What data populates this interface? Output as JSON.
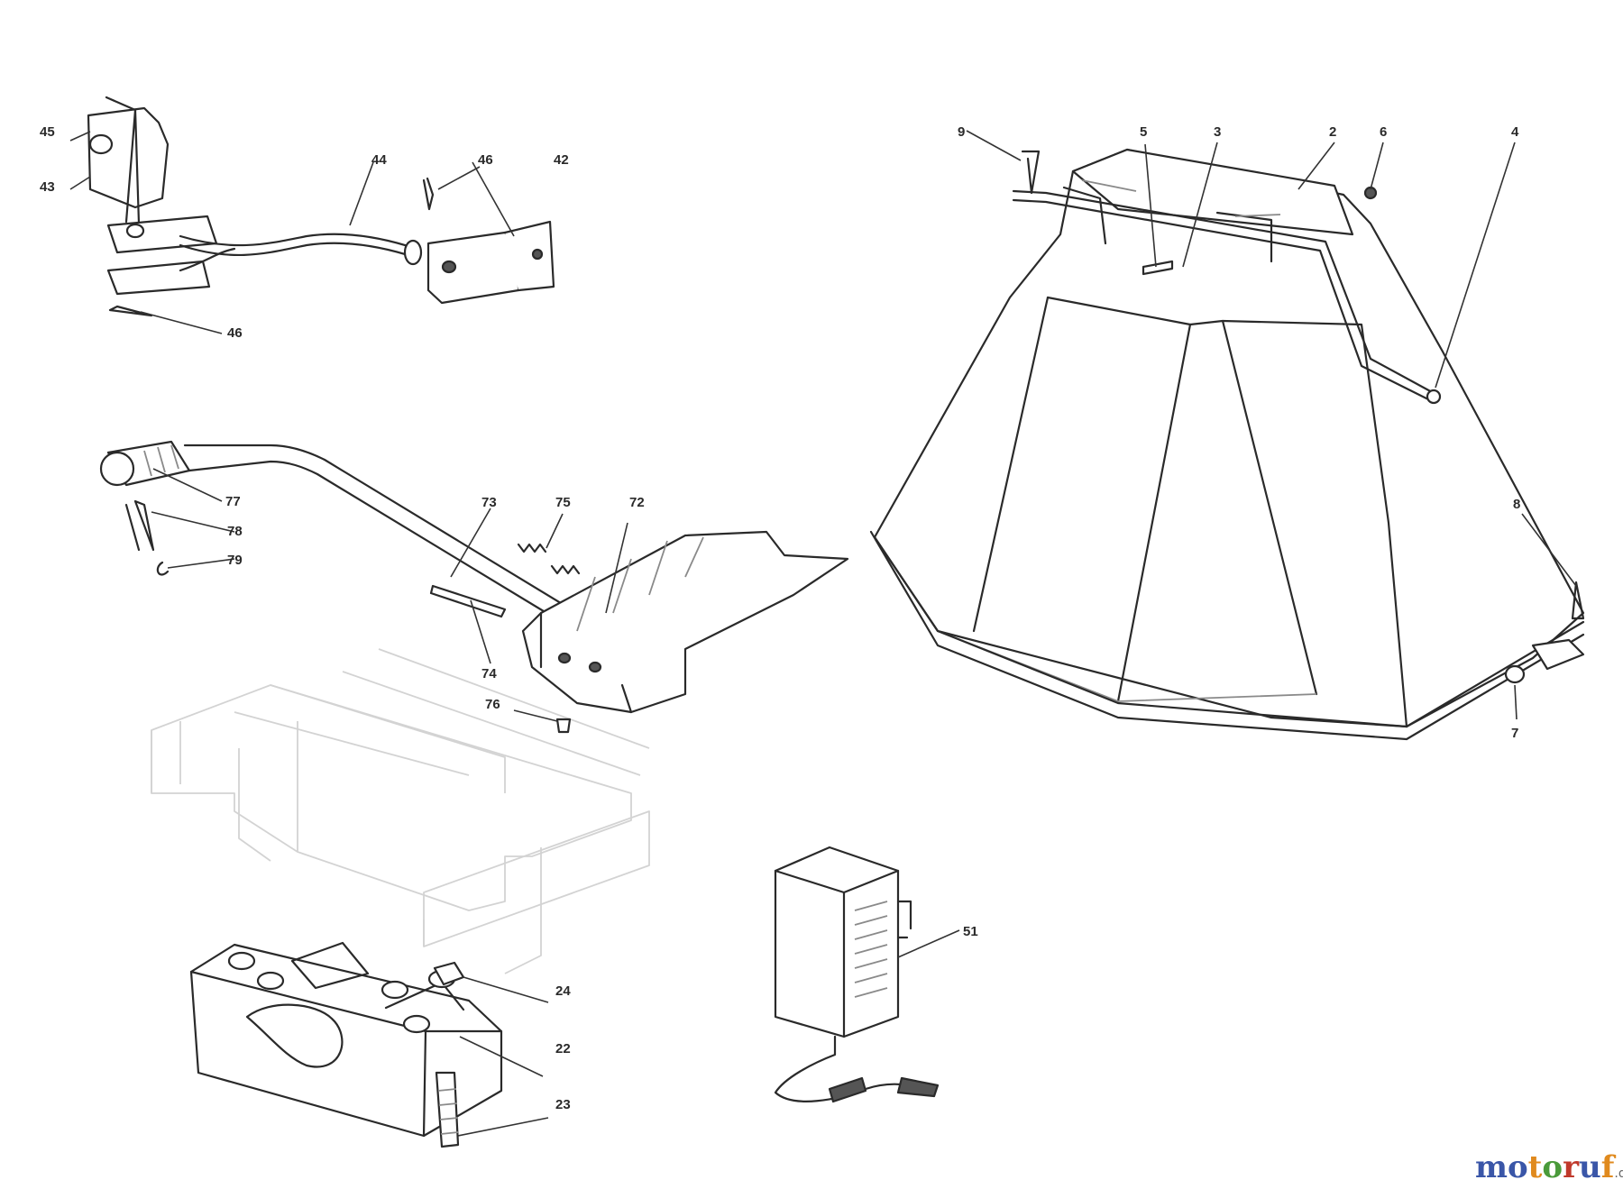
{
  "callouts": {
    "c2": "2",
    "c3": "3",
    "c4": "4",
    "c5": "5",
    "c6": "6",
    "c7": "7",
    "c8": "8",
    "c9": "9",
    "c22": "22",
    "c23": "23",
    "c24": "24",
    "c42": "42",
    "c43": "43",
    "c44": "44",
    "c45": "45",
    "c46a": "46",
    "c46b": "46",
    "c51": "51",
    "c72": "72",
    "c73": "73",
    "c74": "74",
    "c75": "75",
    "c76": "76",
    "c77": "77",
    "c78": "78",
    "c79": "79"
  },
  "watermark": {
    "letters": [
      "m",
      "o",
      "t",
      "o",
      "r",
      "u",
      "f"
    ],
    "letter_colors": [
      "#3a56a8",
      "#3a56a8",
      "#e08a1e",
      "#4a9a3a",
      "#c0392b",
      "#3a56a8",
      "#e08a1e"
    ],
    "suffix": ".de"
  }
}
